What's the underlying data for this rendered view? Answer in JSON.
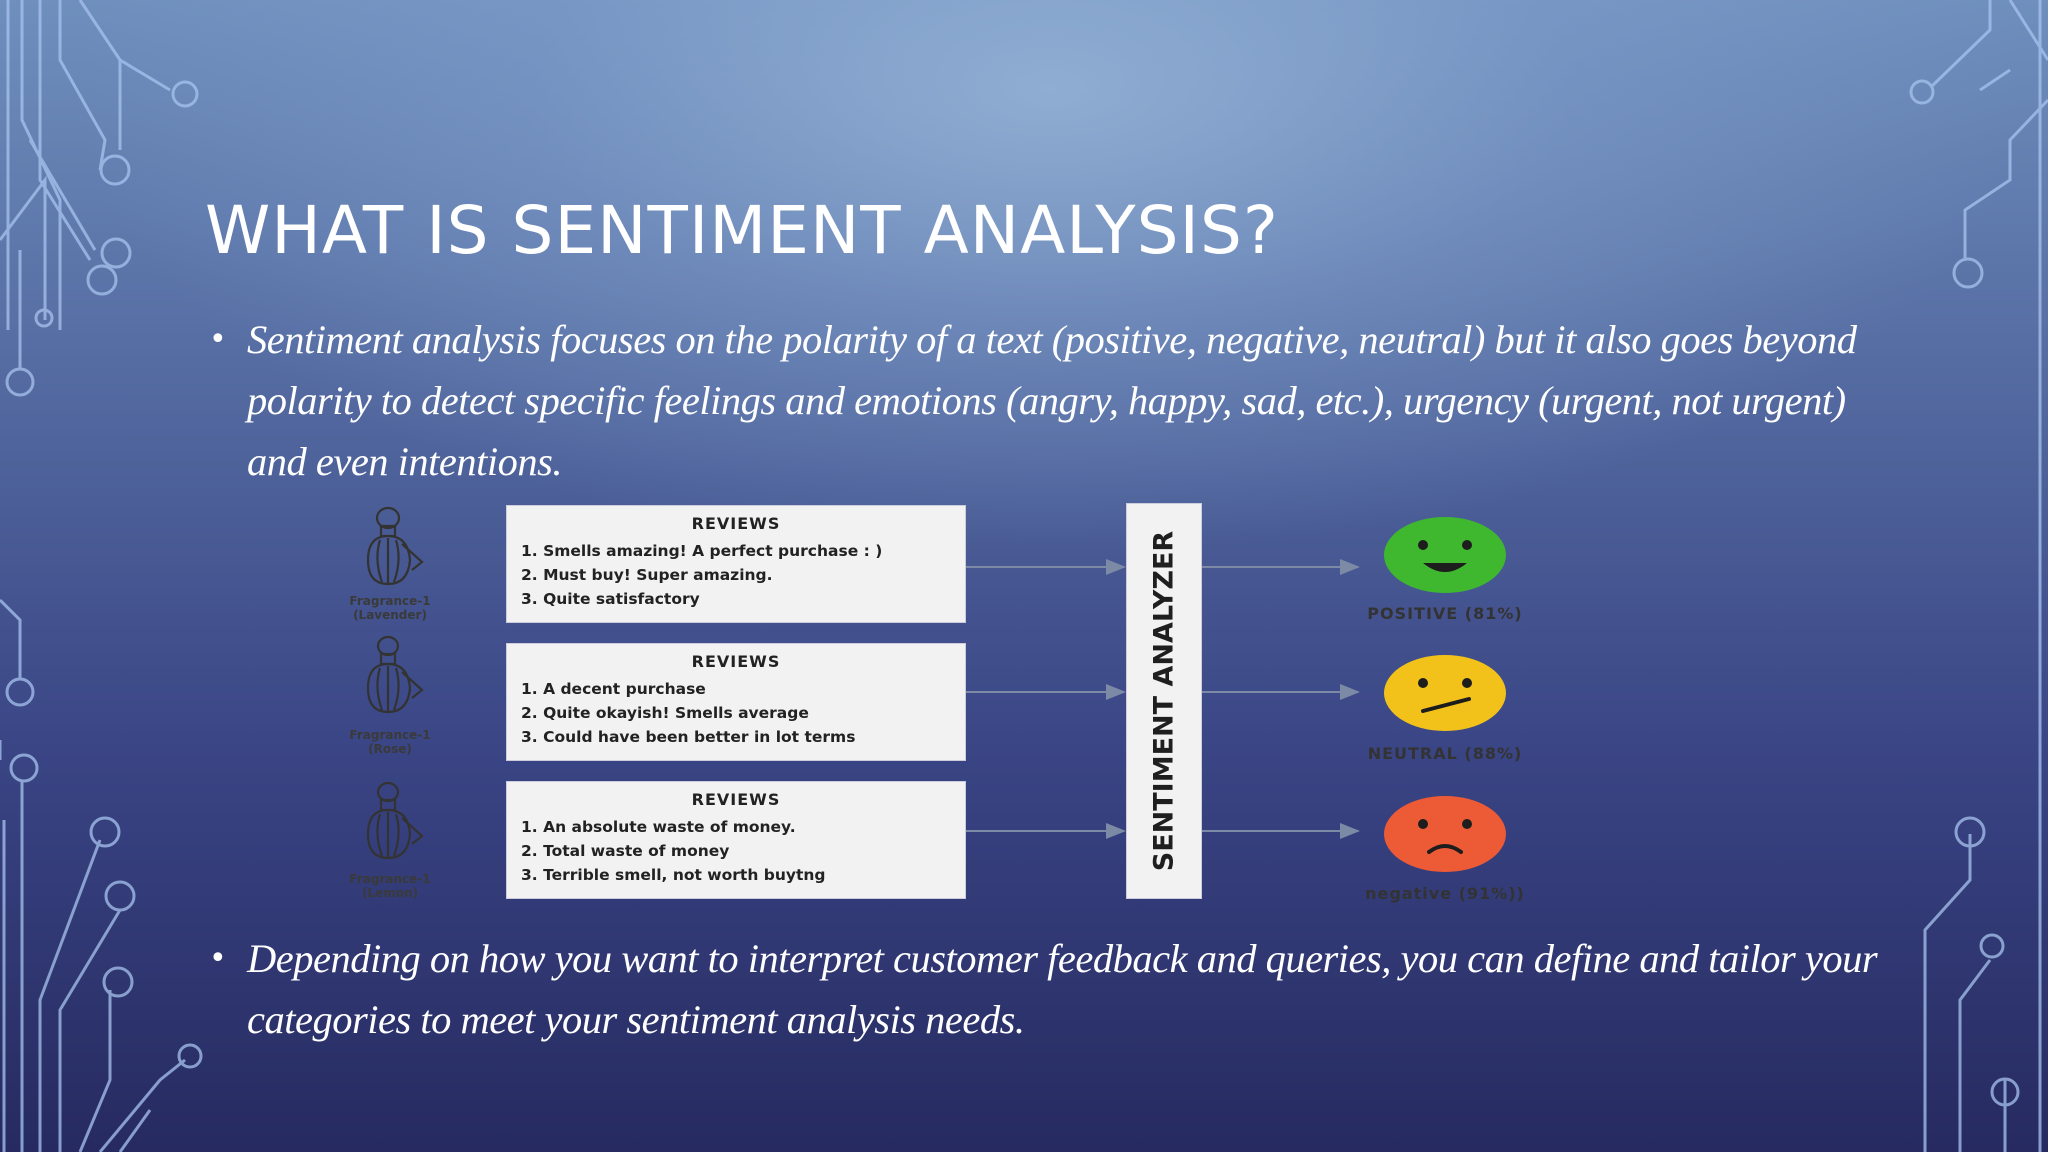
{
  "slide": {
    "title": "WHAT IS SENTIMENT ANALYSIS?",
    "bullets": [
      "Sentiment analysis focuses on the polarity of a text (positive, negative, neutral) but it also goes beyond polarity to detect specific feelings and emotions (angry, happy, sad, etc.), urgency (urgent, not urgent) and even intentions.",
      "Depending on how you want to interpret customer feedback and queries, you can define and tailor your categories to meet your sentiment analysis needs."
    ],
    "bullet_symbol": "•"
  },
  "diagram": {
    "products": [
      {
        "label": "Fragrance-1\n(Lavender)",
        "reviews_title": "REVIEWS",
        "reviews": [
          "1. Smells amazing! A perfect purchase : )",
          "2. Must buy! Super amazing.",
          "3. Quite satisfactory"
        ],
        "result": "POSITIVE (81%)",
        "face_color": "#3fb82f",
        "icon": "perfume-bottle-icon"
      },
      {
        "label": "Fragrance-1\n(Rose)",
        "reviews_title": "REVIEWS",
        "reviews": [
          "1. A decent purchase",
          "2. Quite okayish! Smells average",
          "3.  Could have been better in lot terms"
        ],
        "result": "NEUTRAL (88%)",
        "face_color": "#f2c21b",
        "icon": "perfume-bottle-icon"
      },
      {
        "label": "Fragrance-1\n(Lemon)",
        "reviews_title": "REVIEWS",
        "reviews": [
          "1. An absolute waste of money.",
          "2. Total waste of money",
          "3. Terrible  smell, not worth buytng"
        ],
        "result": "negative (91%))",
        "face_color": "#ec5a36",
        "icon": "perfume-bottle-icon"
      }
    ],
    "analyzer_label": "SENTIMENT ANALYZER"
  },
  "colors": {
    "title": "#ffffff",
    "text": "#ffffff",
    "circuit": "#a8c4ef",
    "diagram_panel": "#f2f2f2"
  }
}
